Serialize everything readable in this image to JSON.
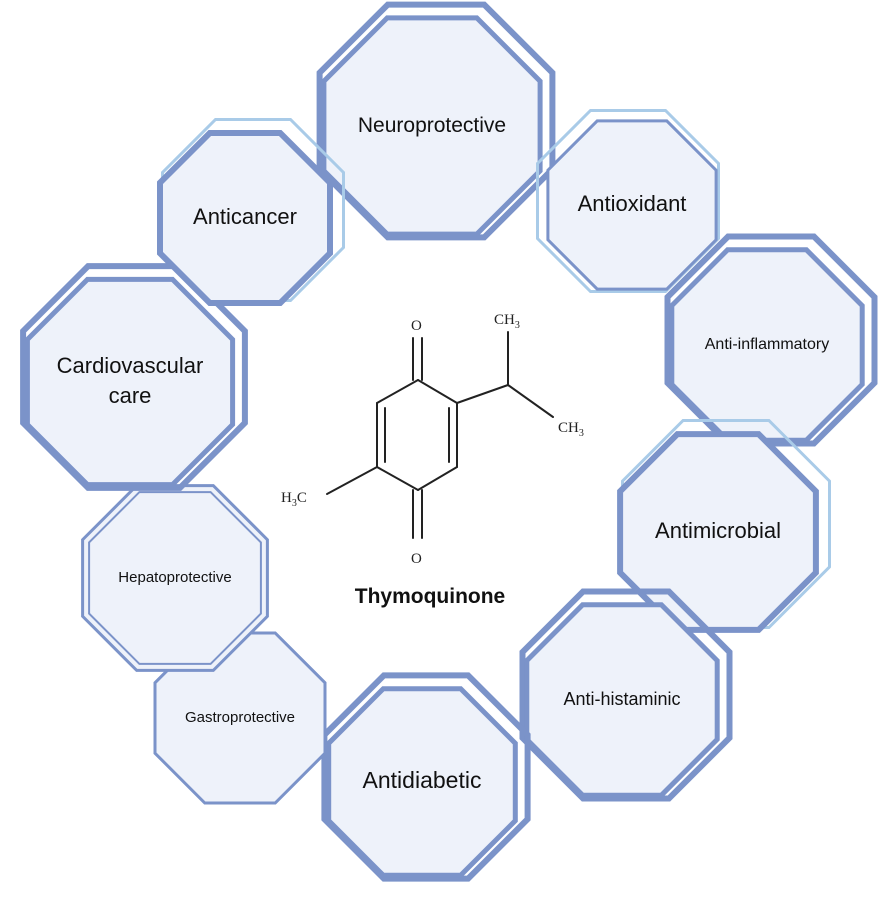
{
  "compound": {
    "name": "Thymoquinone",
    "atoms": {
      "o_top": "O",
      "o_bottom": "O",
      "ch3_top": "CH",
      "ch3_top_sub": "3",
      "ch3_right": "CH",
      "ch3_right_sub": "3",
      "h3c_h": "H",
      "h3c_sub": "3",
      "h3c_c": "C"
    }
  },
  "activities": [
    {
      "id": "neuroprotective",
      "lines": [
        "Neuroprotective"
      ]
    },
    {
      "id": "antioxidant",
      "lines": [
        "Antioxidant"
      ]
    },
    {
      "id": "anti-inflammatory",
      "lines": [
        "Anti-inflammatory"
      ]
    },
    {
      "id": "antimicrobial",
      "lines": [
        "Antimicrobial"
      ]
    },
    {
      "id": "anti-histaminic",
      "lines": [
        "Anti-histaminic"
      ]
    },
    {
      "id": "antidiabetic",
      "lines": [
        "Antidiabetic"
      ]
    },
    {
      "id": "gastroprotective",
      "lines": [
        "Gastroprotective"
      ]
    },
    {
      "id": "hepatoprotective",
      "lines": [
        "Hepatoprotective"
      ]
    },
    {
      "id": "cardiovascular-care",
      "lines": [
        "Cardiovascular",
        "care"
      ]
    },
    {
      "id": "anticancer",
      "lines": [
        "Anticancer"
      ]
    }
  ],
  "colors": {
    "border_dark": "#7b93c9",
    "border_light": "#a9cbe8",
    "fill": "#eef2fa"
  }
}
